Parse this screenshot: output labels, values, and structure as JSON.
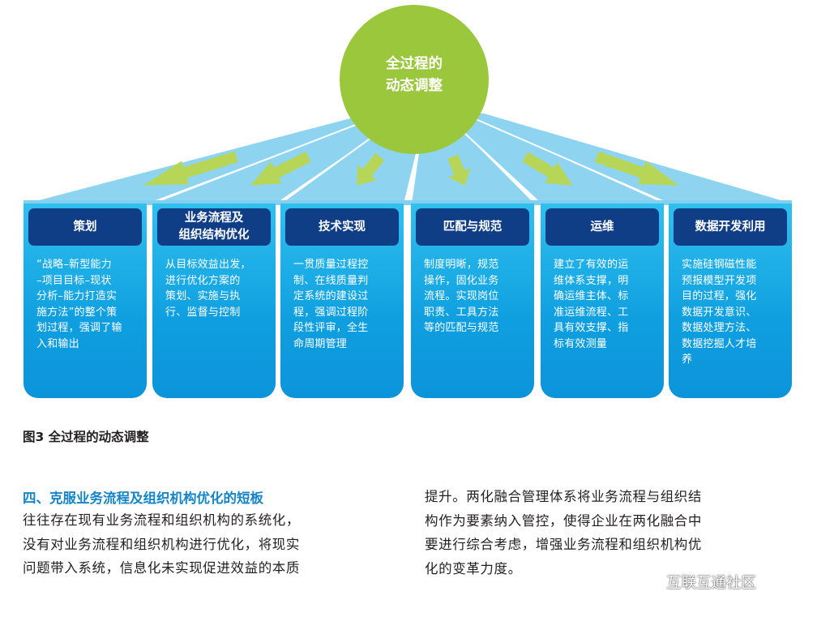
{
  "diagram": {
    "hub": {
      "label": "全过程的\n动态调整",
      "color": "#9bc73c"
    },
    "fan_color": "#82cff0",
    "arrow_color": "#b7d657",
    "cards": [
      {
        "title": "策划",
        "body": "“战略–新型能力\n–项目目标–现状\n分析–能力打造实\n施方法”的整个策\n划过程，强调了输\n入和输出"
      },
      {
        "title": "业务流程及\n组织结构优化",
        "body": "从目标效益出发，\n进行优化方案的\n策划、实施与执\n行、监督与控制"
      },
      {
        "title": "技术实现",
        "body": "一贯质量过程控\n制、在线质量判\n定系统的建设过\n程，强调过程阶\n段性评审，全生\n命周期管理"
      },
      {
        "title": "匹配与规范",
        "body": "制度明晰，规范\n操作，固化业务\n流程。实现岗位\n职责、工具方法\n等的匹配与规范"
      },
      {
        "title": "运维",
        "body": "建立了有效的运\n维体系支撑，明\n确运维主体、标\n准运维流程、工\n具有效支撑、指\n标有效测量"
      },
      {
        "title": "数据开发利用",
        "body": "实施硅钢磁性能\n预报模型开发项\n目的过程，强化\n数据开发意识、\n数据处理方法、\n数据挖掘人才培\n养"
      }
    ]
  },
  "caption": "图3 全过程的动态调整",
  "section": {
    "heading": "四、克服业务流程及组织机构优化的短板",
    "left_text": "往往存在现有业务流程和组织机构的系统化，\n没有对业务流程和组织机构进行优化，将现实\n问题带入系统，信息化未实现促进效益的本质",
    "right_text": "提升。两化融合管理体系将业务流程与组织结\n构作为要素纳入管控，使得企业在两化融合中\n要进行综合考虑，增强业务流程和组织机构优\n化的变革力度。"
  },
  "watermark": {
    "text": "互联互通社区",
    "icon": "wechat-icon"
  }
}
